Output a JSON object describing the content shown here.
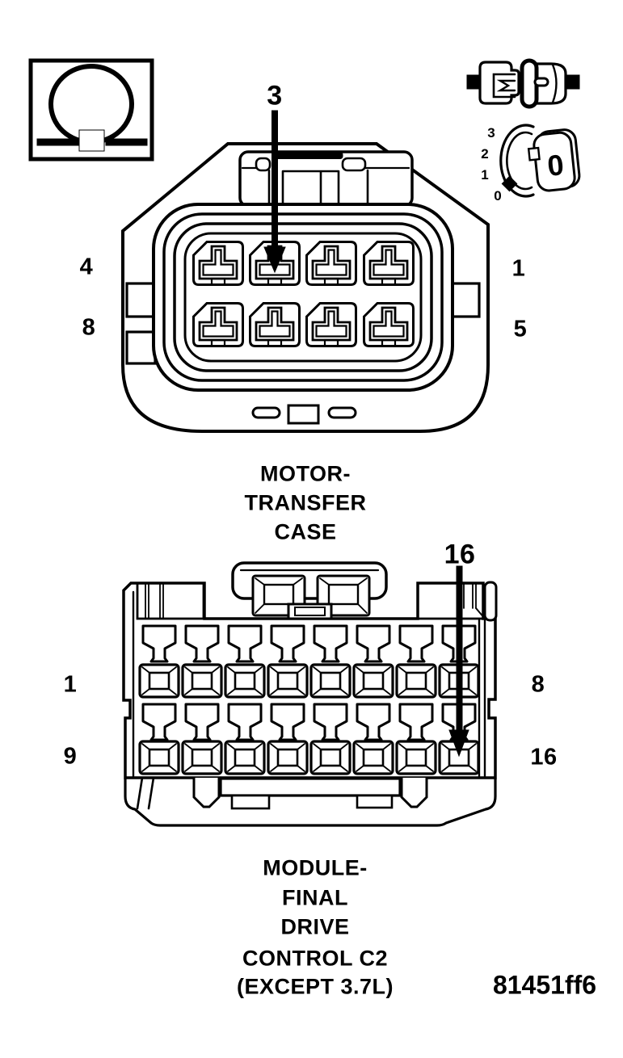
{
  "top_connector": {
    "callout_pin": "3",
    "labels": {
      "left_top": "4",
      "left_bottom": "8",
      "right_top": "1",
      "right_bottom": "5"
    },
    "caption": [
      "MOTOR-",
      "TRANSFER",
      "CASE"
    ]
  },
  "bottom_connector": {
    "callout_pin": "16",
    "labels": {
      "left_top": "1",
      "left_bottom": "9",
      "right_top": "8",
      "right_bottom": "16"
    },
    "caption": [
      "MODULE-",
      "FINAL",
      "DRIVE",
      "CONTROL C2",
      "(EXCEPT 3.7L)"
    ]
  },
  "corner_icons": {
    "omega_symbol": "ohm-test-symbol",
    "dial_labels": [
      "3",
      "2",
      "1",
      "0"
    ],
    "key_label": "0"
  },
  "figure_code": "81451ff6",
  "colors": {
    "ink": "#000000",
    "paper": "#ffffff"
  }
}
